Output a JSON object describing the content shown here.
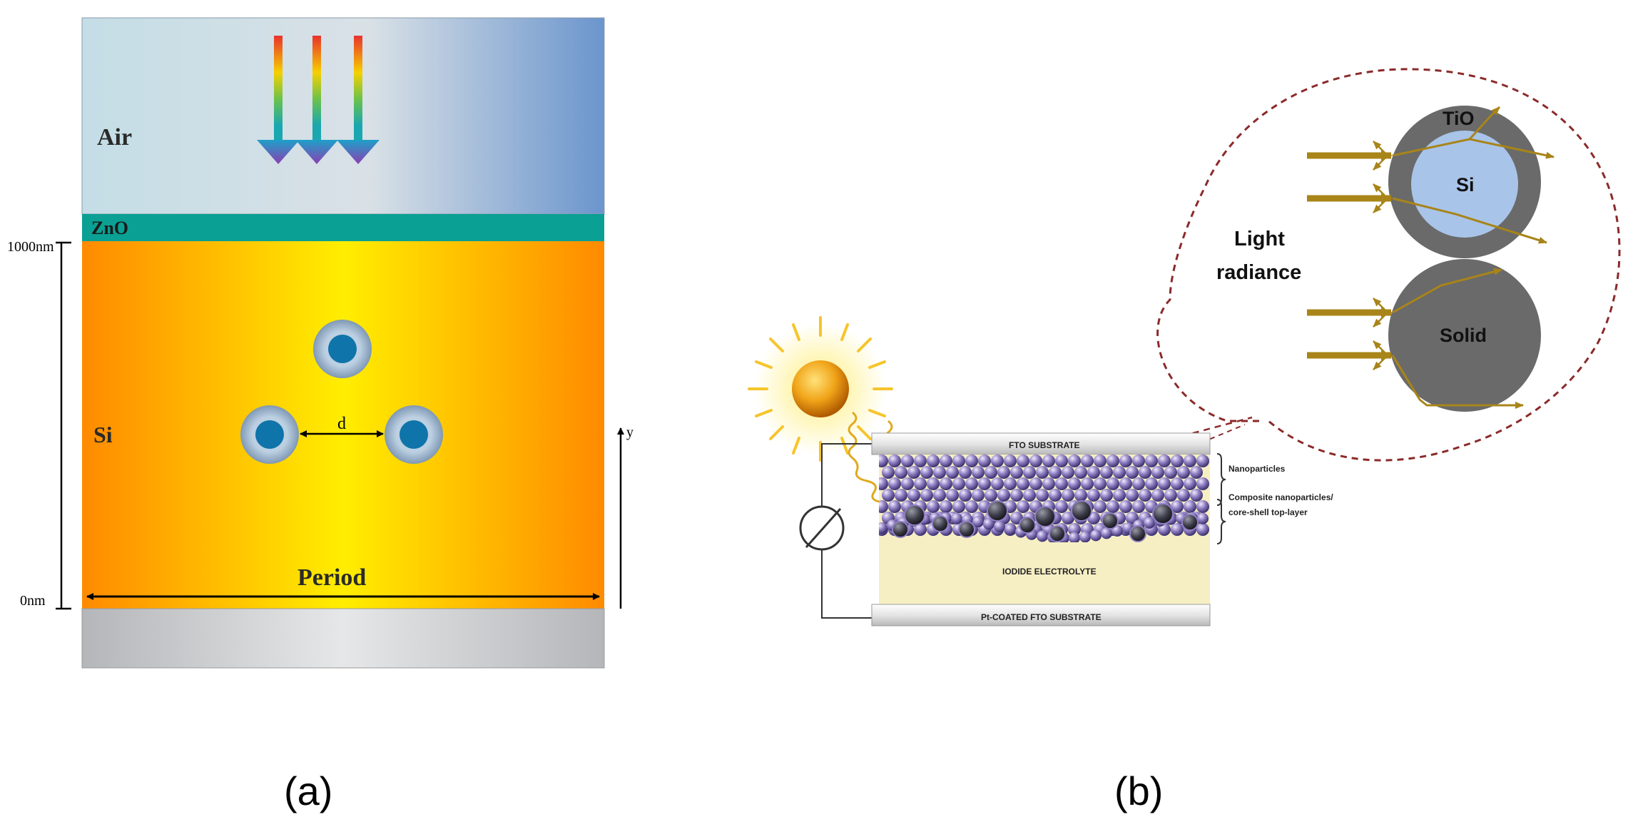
{
  "panel_a": {
    "caption": "(a)",
    "air_label": "Air",
    "zno_label": "ZnO",
    "si_label": "Si",
    "period_label": "Period",
    "spacing_label": "d",
    "thickness_top": "1000nm",
    "thickness_bottom": "0nm",
    "y_axis_label": "y",
    "colors": {
      "air_left": "#c4dde6",
      "air_right": "#6b95cd",
      "zno": "#0aa093",
      "si_edge": "#ff8a00",
      "si_center": "#ffee00",
      "sphere_shell": "#9fb6cf",
      "sphere_core": "#0f74a9",
      "substrate": "#bcbdbf"
    }
  },
  "panel_b": {
    "caption": "(b)",
    "fto_substrate": "FTO SUBSTRATE",
    "electrolyte": "IODIDE ELECTROLYTE",
    "pt_substrate": "Pt-COATED FTO SUBSTRATE",
    "nanoparticles": "Nanoparticles",
    "composite_line1": "Composite nanoparticles/",
    "composite_line2": "core-shell top-layer",
    "light_line1": "Light",
    "light_line2": "radiance",
    "shell_label": "TiO",
    "core_label": "Si",
    "solid_label": "Solid",
    "colors": {
      "particle": "#8f7fc2",
      "composite": "#3d3d4a",
      "electrolyte": "#f7efc4",
      "arrow": "#a88419",
      "bubble_border": "#8b2a2a",
      "shell": "#6a6a6a",
      "core": "#a9c4e9",
      "sun": "#f0a418"
    }
  }
}
